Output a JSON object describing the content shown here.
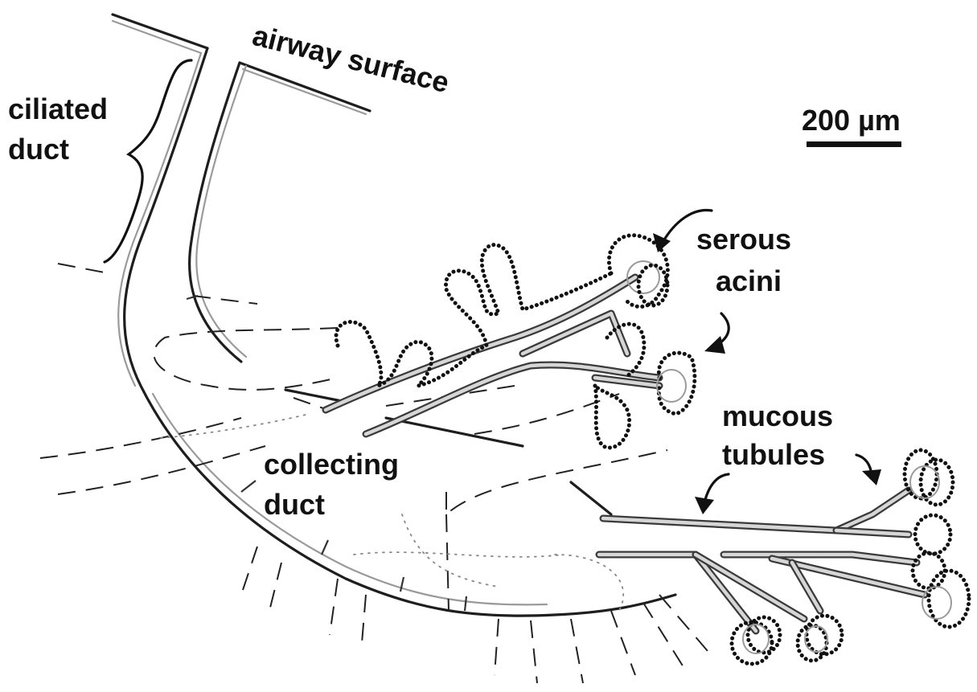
{
  "labels": {
    "airway_surface": "airway surface",
    "ciliated_1": "ciliated",
    "ciliated_2": "duct",
    "scale": "200 µm",
    "serous_1": "serous",
    "serous_2": "acini",
    "mucous_1": "mucous",
    "mucous_2": "tubules",
    "collecting_1": "collecting",
    "collecting_2": "duct"
  }
}
